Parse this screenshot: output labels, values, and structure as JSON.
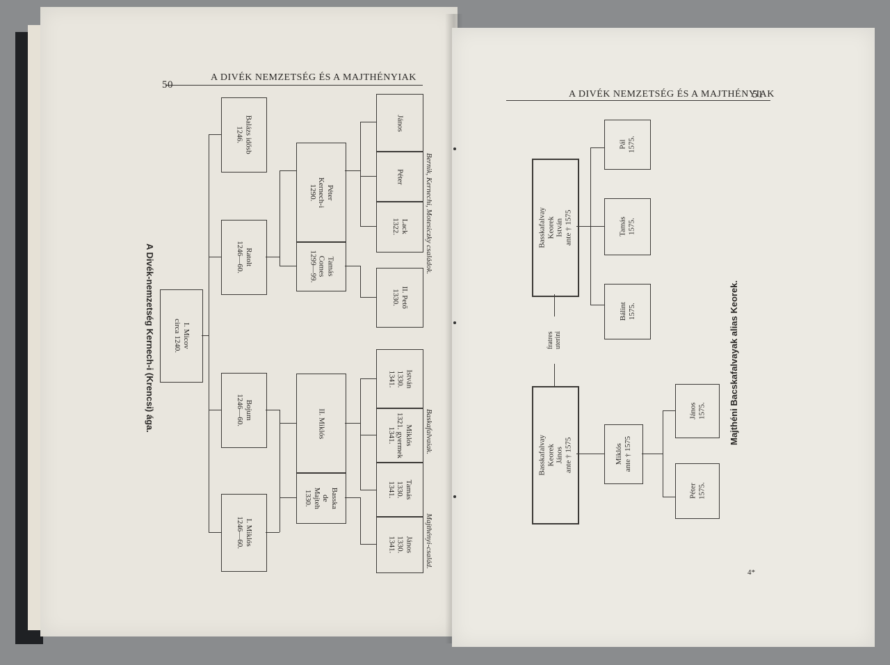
{
  "left_page": {
    "page_number": "50",
    "running_head": "A DIVÉK NEMZETSÉG ÉS A MAJTHÉNYIAK",
    "title": "A Divék-nemzetség Kernech-i (Krencsi) ága.",
    "sections": {
      "bernik": "Bernik, Kernechi, Motesiczky családok.",
      "baskafalva": "Baskafalvaiak.",
      "majthenyi": "Majthényi-család."
    },
    "root": "I. Micov\ncirca 1240.",
    "gen2": [
      "Balázs idősb\n1246.",
      "Ratolt\n1246—60.",
      "Bojum\n1246—60.",
      "I. Miklós\n1246—60."
    ],
    "gen3": [
      "Péter\nKernech-i\n1290.",
      "Tamás\nComes\n1299—99.",
      "II. Miklós",
      "Basska\nde\nMajteh\n1330."
    ],
    "gen4": [
      "János",
      "Péter",
      "Lack\n1322.",
      "II. Pető\n1330.",
      "István\n1330.\n1341.",
      "Miklós\n1321. gyermek\n1341.",
      "Tamás\n1330.\n1341.",
      "János\n1330.\n1341."
    ]
  },
  "right_page": {
    "running_head": "A DIVÉK NEMZETSÉG ÉS A MAJTHÉNYIAK",
    "page_number": "51",
    "title": "Majthéni Bacskafalvayak alias Keorek.",
    "istvan": "Basskafalvay Keorek\nIstván\nante † 1575",
    "janos": "Basskafalvay Keorek\nJános\nante † 1575",
    "link_label": "fratres uterini",
    "istvan_children": [
      "Pál\n1575.",
      "Tamás\n1575.",
      "Bálint\n1575."
    ],
    "miklos": "Miklós\nante † 1575",
    "miklos_children": [
      "János\n1575.",
      "Péter\n1575."
    ],
    "signature": "4*"
  }
}
